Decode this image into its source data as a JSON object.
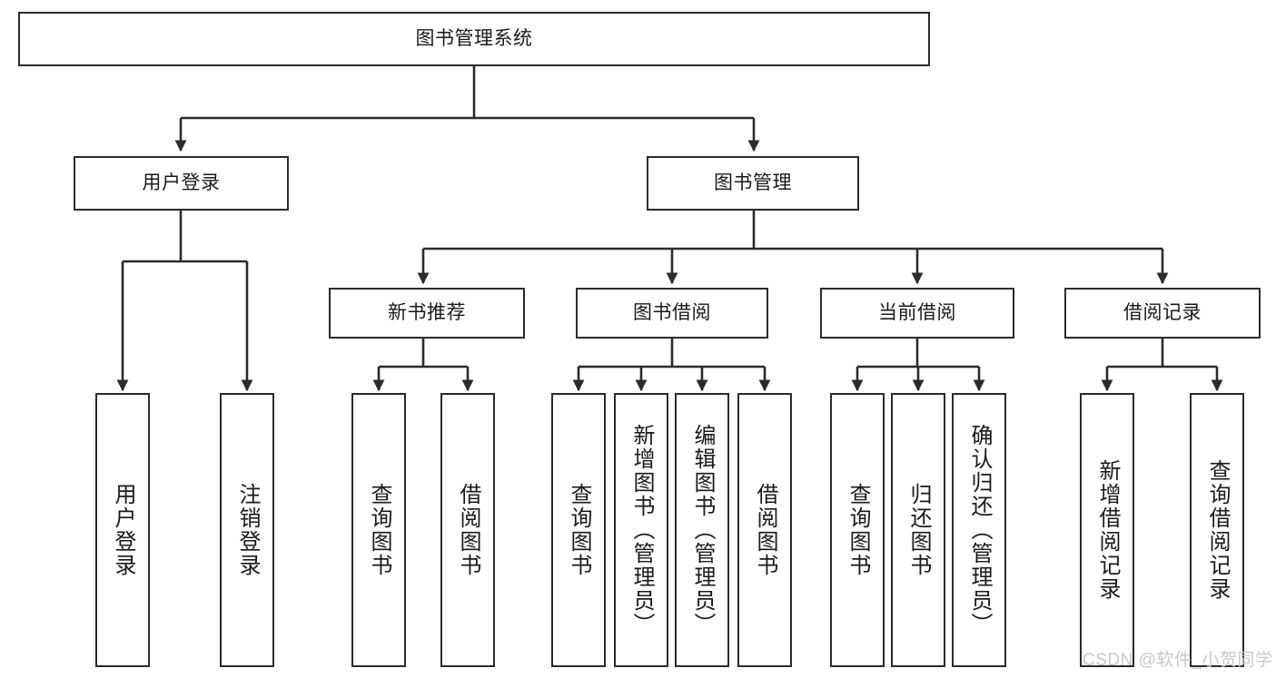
{
  "diagram": {
    "title": "图书管理系统",
    "type": "tree-hierarchy",
    "line_color": "#2b2b2b",
    "box_fill": "#ffffff",
    "text_color": "#1a1a1a"
  },
  "nodes": {
    "root": {
      "label": "图书管理系统"
    },
    "level1": [
      {
        "id": "user-login",
        "label": "用户登录"
      },
      {
        "id": "book-management",
        "label": "图书管理"
      }
    ],
    "level2": [
      {
        "id": "new-book-recommend",
        "label": "新书推荐"
      },
      {
        "id": "book-borrow",
        "label": "图书借阅"
      },
      {
        "id": "current-borrow",
        "label": "当前借阅"
      },
      {
        "id": "borrow-record",
        "label": "借阅记录"
      }
    ],
    "leaves": {
      "user_login": [
        {
          "id": "leaf-user-login",
          "label": "用户登录"
        },
        {
          "id": "leaf-logout-login",
          "label": "注销登录"
        }
      ],
      "new_book_recommend": [
        {
          "id": "leaf-query-book-1",
          "label": "查询图书"
        },
        {
          "id": "leaf-borrow-book-1",
          "label": "借阅图书"
        }
      ],
      "book_borrow": [
        {
          "id": "leaf-query-book-2",
          "label": "查询图书"
        },
        {
          "id": "leaf-add-book",
          "label": "新增图书（管理员）"
        },
        {
          "id": "leaf-edit-book",
          "label": "编辑图书（管理员）"
        },
        {
          "id": "leaf-borrow-book-2",
          "label": "借阅图书"
        }
      ],
      "current_borrow": [
        {
          "id": "leaf-query-book-3",
          "label": "查询图书"
        },
        {
          "id": "leaf-return-book",
          "label": "归还图书"
        },
        {
          "id": "leaf-confirm-return",
          "label": "确认归还（管理员）"
        }
      ],
      "borrow_record": [
        {
          "id": "leaf-add-record",
          "label": "新增借阅记录"
        },
        {
          "id": "leaf-query-record",
          "label": "查询借阅记录"
        }
      ]
    }
  },
  "watermark": {
    "text": "CSDN @软件_小贺同学"
  }
}
